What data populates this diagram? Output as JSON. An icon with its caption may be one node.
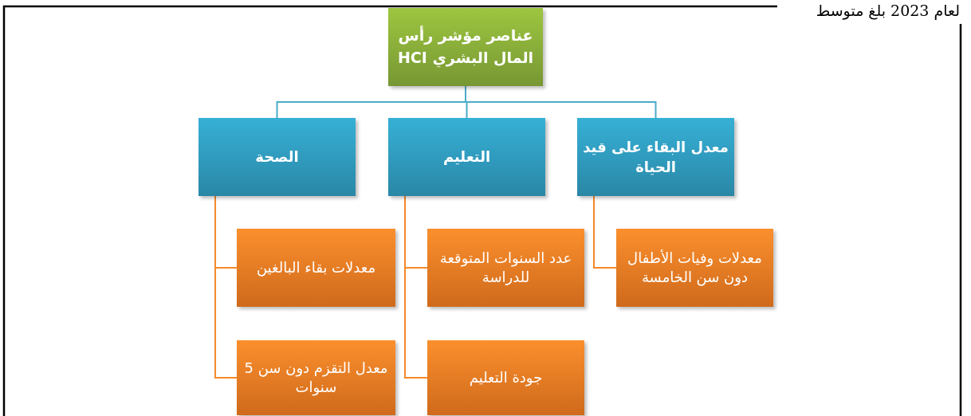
{
  "diagram": {
    "nodes": [
      {
        "text": [
          "عناصر مؤشر رأس المال البشري HCI"
        ]
      },
      {
        "text": [
          "الصحة"
        ]
      },
      {
        "text": [
          "التعليم"
        ]
      },
      {
        "text": [
          "معدل البقاء على قيد الحياة"
        ]
      },
      {
        "text": [
          "معدلات بقاء البالغين"
        ]
      },
      {
        "text": [
          "معدل التقزم دون سن 5 سنوات"
        ]
      },
      {
        "text": [
          "عدد السنوات المتوقعة للدراسة"
        ]
      },
      {
        "text": [
          "جودة التعليم"
        ]
      },
      {
        "text": [
          "معدلات وفيات الأطفال دون سن الخامسة"
        ]
      }
    ],
    "edges": [
      {
        "from": 0,
        "to": 1,
        "arrow": "none",
        "color": "#4bacc6"
      },
      {
        "from": 0,
        "to": 2,
        "arrow": "none",
        "color": "#4bacc6"
      },
      {
        "from": 0,
        "to": 3,
        "arrow": "none",
        "color": "#4bacc6"
      },
      {
        "from": 1,
        "to": 4,
        "arrow": "none"
      },
      {
        "from": 1,
        "to": 5,
        "arrow": "none"
      },
      {
        "from": 2,
        "to": 6,
        "arrow": "none"
      },
      {
        "from": 2,
        "to": 7,
        "arrow": "none"
      },
      {
        "from": 3,
        "to": 8,
        "arrow": "none"
      }
    ],
    "labels": [
      "لعام 2023 بلغ متوسط"
    ]
  }
}
